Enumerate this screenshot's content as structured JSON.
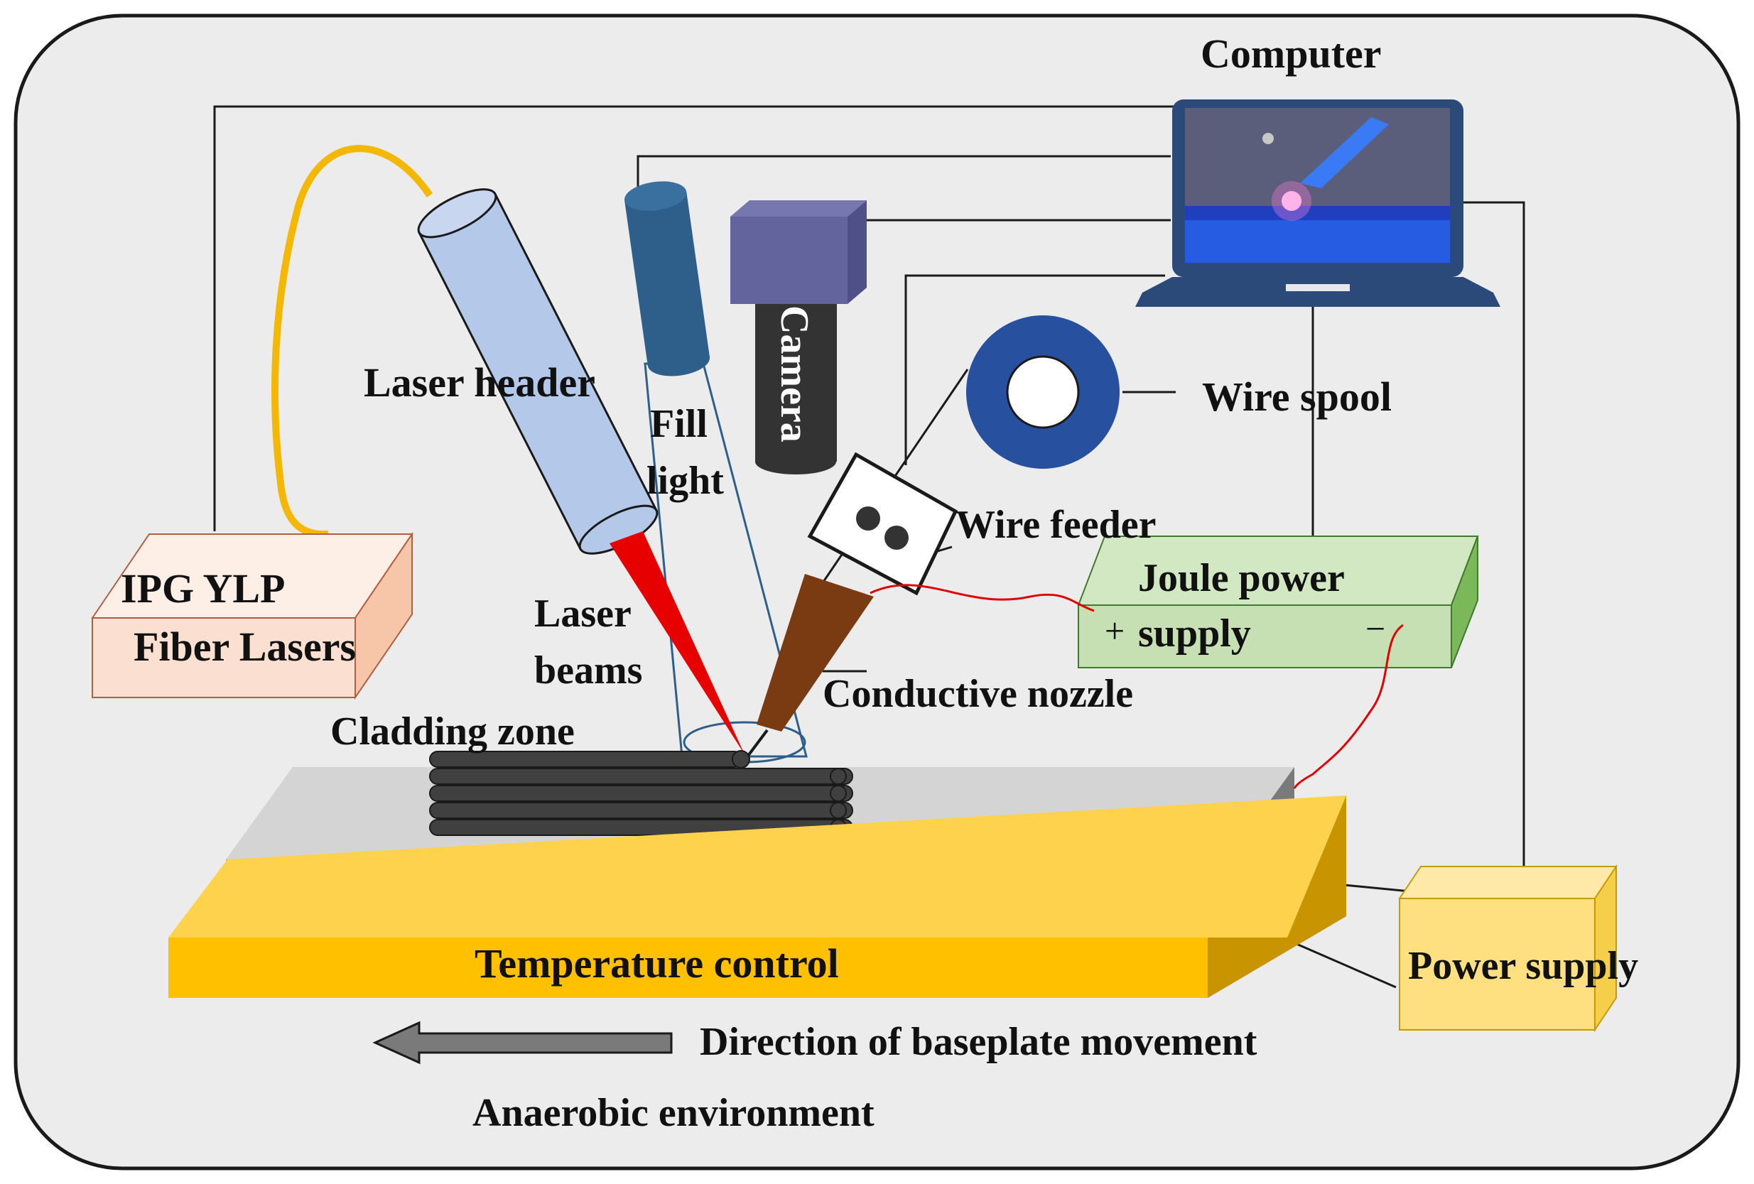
{
  "labels": {
    "computer": "Computer",
    "laser_header": "Laser header",
    "fill_light_1": "Fill",
    "fill_light_2": "light",
    "camera": "Camera",
    "wire_spool": "Wire spool",
    "wire_feeder": "Wire feeder",
    "ipg_1": "IPG YLP",
    "ipg_2": "Fiber Lasers",
    "joule_1": "Joule power",
    "joule_plus": "+",
    "joule_2": "supply",
    "joule_minus": "−",
    "laser_beams_1": "Laser",
    "laser_beams_2": "beams",
    "conductive_nozzle": "Conductive nozzle",
    "cladding_zone": "Cladding zone",
    "temperature_control": "Temperature control",
    "power_supply": "Power supply",
    "direction": "Direction of baseplate movement",
    "environment": "Anaerobic environment"
  },
  "colors": {
    "background_panel": "#ececec",
    "laser_head": "#b4c8ea",
    "fill_light": "#2e5f8a",
    "camera_top": "#63639e",
    "camera_body": "#333333",
    "wire_spool": "#27509f",
    "laser_source": "#fbe0d2",
    "joule_supply": "#c6e0b4",
    "fiber_cable": "#f5b800",
    "laser_beam": "#e60000",
    "nozzle": "#7a3a12",
    "baseplate": "#c8c8c8",
    "temperature_plate": "#ffc000",
    "power_supply_box": "#ffe080",
    "laptop": "#2b4a7a",
    "lead_wire": "#e00000"
  }
}
